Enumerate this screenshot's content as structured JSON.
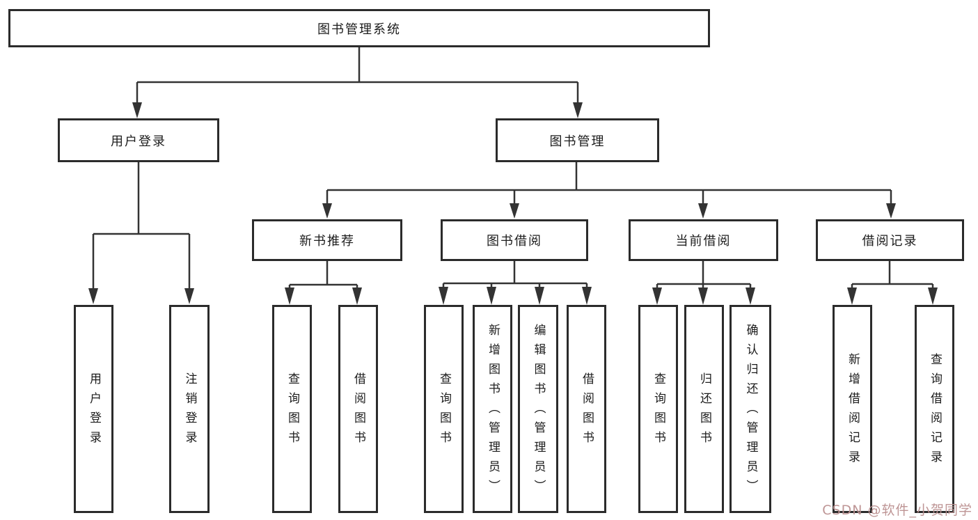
{
  "diagram": {
    "root": {
      "label": "图书管理系统"
    },
    "branches": [
      {
        "label": "用户登录",
        "children": [
          {
            "label": "用户登录"
          },
          {
            "label": "注销登录"
          }
        ]
      },
      {
        "label": "图书管理",
        "children": [
          {
            "label": "新书推荐",
            "children": [
              {
                "label": "查询图书"
              },
              {
                "label": "借阅图书"
              }
            ]
          },
          {
            "label": "图书借阅",
            "children": [
              {
                "label": "查询图书"
              },
              {
                "label": "新增图书（管理员）"
              },
              {
                "label": "编辑图书（管理员）"
              },
              {
                "label": "借阅图书"
              }
            ]
          },
          {
            "label": "当前借阅",
            "children": [
              {
                "label": "查询图书"
              },
              {
                "label": "归还图书"
              },
              {
                "label": "确认归还（管理员）"
              }
            ]
          },
          {
            "label": "借阅记录",
            "children": [
              {
                "label": "新增借阅记录"
              },
              {
                "label": "查询借阅记录"
              }
            ]
          }
        ]
      }
    ]
  },
  "watermark": {
    "text": "CSDN @软件_小贺同学"
  },
  "colors": {
    "box_border": "#2b2b2b",
    "connector": "#333333",
    "text": "#1c1c1c",
    "watermark": "#bb8f8f",
    "background": "#ffffff"
  }
}
